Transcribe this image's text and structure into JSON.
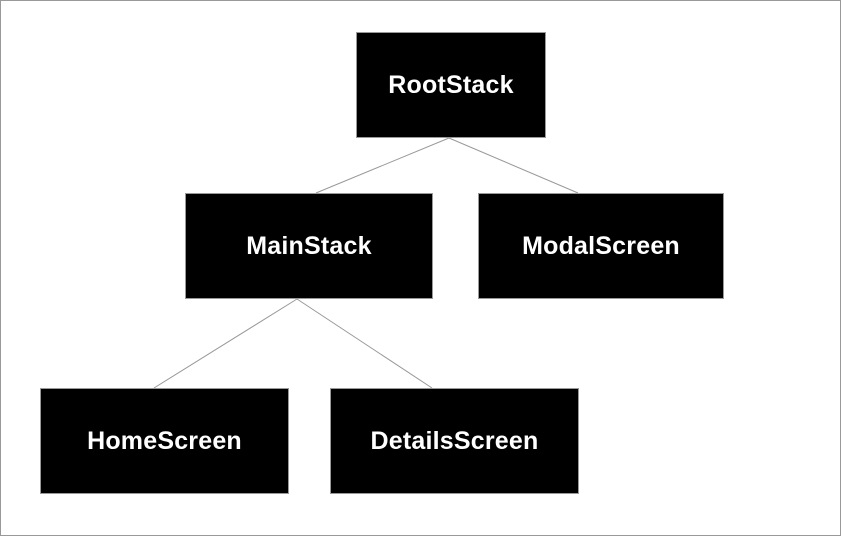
{
  "diagram": {
    "type": "tree",
    "nodes": [
      {
        "id": "RootStack",
        "label": "RootStack"
      },
      {
        "id": "MainStack",
        "label": "MainStack"
      },
      {
        "id": "ModalScreen",
        "label": "ModalScreen"
      },
      {
        "id": "HomeScreen",
        "label": "HomeScreen"
      },
      {
        "id": "DetailsScreen",
        "label": "DetailsScreen"
      }
    ],
    "edges": [
      {
        "from": "RootStack",
        "to": "MainStack"
      },
      {
        "from": "RootStack",
        "to": "ModalScreen"
      },
      {
        "from": "MainStack",
        "to": "HomeScreen"
      },
      {
        "from": "MainStack",
        "to": "DetailsScreen"
      }
    ],
    "colors": {
      "node_fill": "#000000",
      "node_text": "#ffffff",
      "node_border": "#999999",
      "edge": "#999999",
      "canvas_border": "#999999",
      "background": "#ffffff"
    }
  }
}
